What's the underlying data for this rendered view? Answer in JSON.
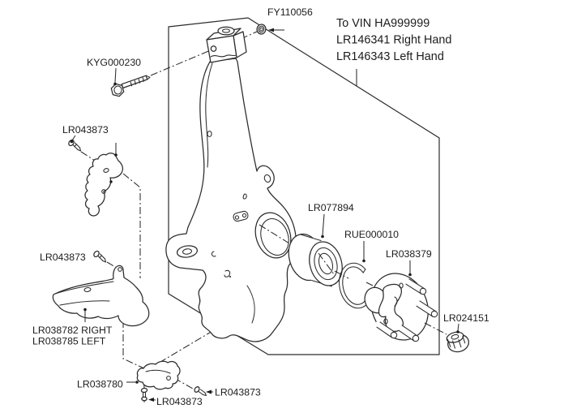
{
  "diagram": {
    "note": {
      "line1": "To VIN HA999999",
      "line2": "LR146341 Right Hand",
      "line3": "LR146343 Left Hand"
    },
    "labels": {
      "fy110056": "FY110056",
      "kyg000230": "KYG000230",
      "lr043873_upper": "LR043873",
      "lr043873_mid": "LR043873",
      "lr077894": "LR077894",
      "rue000010": "RUE000010",
      "lr038379": "LR038379",
      "lr024151": "LR024151",
      "shield_right": "LR038782 RIGHT",
      "shield_left": "LR038785 LEFT",
      "lr038780": "LR038780",
      "lr043873_bottom": "LR043873",
      "lr043873_bottom_right": "LR043873"
    },
    "colors": {
      "line": "#2b2b2b",
      "text": "#1c1c1c",
      "background": "#ffffff"
    }
  }
}
